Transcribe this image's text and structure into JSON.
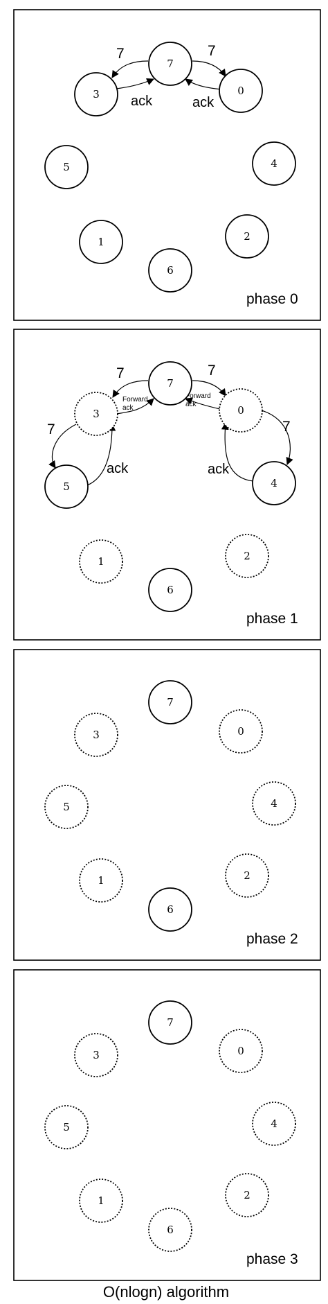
{
  "caption": "O(nlogn) algorithm",
  "phases": [
    {
      "label": "phase 0",
      "dotted": [],
      "edge_labels": {
        "left_out": "7",
        "right_out": "7",
        "left_in": "ack",
        "right_in": "ack"
      }
    },
    {
      "label": "phase 1",
      "dotted": [
        "3",
        "0",
        "1",
        "2"
      ],
      "edge_labels": {
        "left_out": "7",
        "right_out": "7",
        "left_in": "Forward ack",
        "right_in": "Forward ack",
        "left_down": "7",
        "right_down": "7",
        "left_up": "ack",
        "right_up": "ack"
      }
    },
    {
      "label": "phase 2",
      "dotted": [
        "3",
        "0",
        "5",
        "4",
        "1",
        "2"
      ]
    },
    {
      "label": "phase 3",
      "dotted": [
        "3",
        "0",
        "5",
        "4",
        "1",
        "2",
        "6"
      ]
    }
  ],
  "nodes": [
    "7",
    "3",
    "0",
    "5",
    "4",
    "1",
    "2",
    "6"
  ]
}
